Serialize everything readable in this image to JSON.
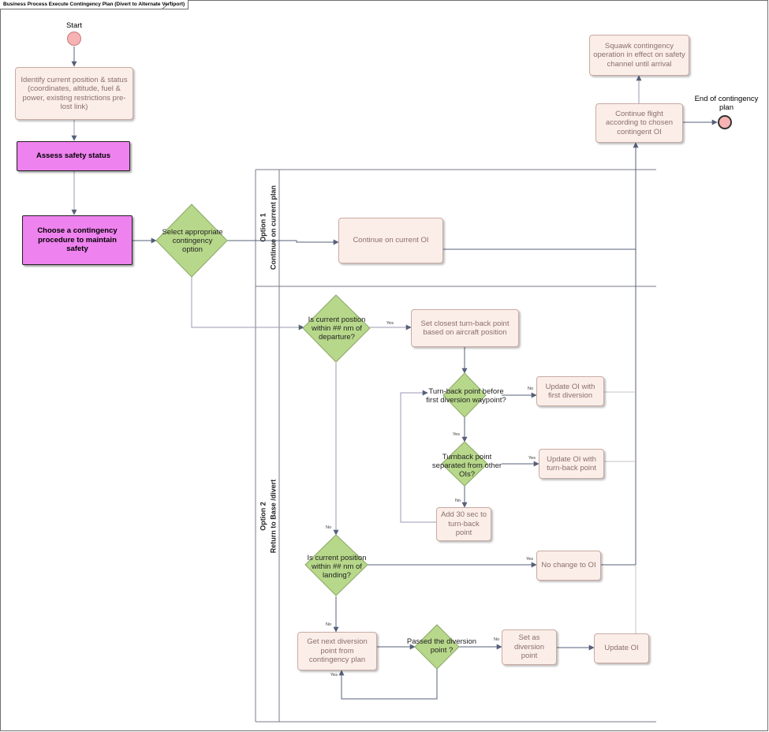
{
  "diagram": {
    "title": "Business Process Execute Contingency Plan (Divert to Alternate Vertiport)",
    "start_label": "Start",
    "end_label": "End of contingency plan",
    "lanes": {
      "option1_title": "Option 1",
      "option1_name": "Continue on current plan",
      "option2_title": "Option 2",
      "option2_name": "Return to Base /divert"
    },
    "activities": {
      "identify": "Identify current position & status (coordinates, altitude, fuel & power, existing restrictions pre-lost link)",
      "assess": "Assess safety status",
      "choose": "Choose a contingency procedure to maintain safety",
      "continue_oi": "Continue on current OI",
      "set_turnback": "Set closest turn-back point based on aircraft position",
      "update_first": "Update OI with first diversion",
      "update_turnback": "Update OI with turn-back point",
      "add30": "Add 30 sec to turn-back point",
      "no_change": "No change to OI",
      "get_next": "Get next diversion point from contingency plan",
      "set_diversion": "Set as diversion point",
      "update_oi": "Update OI",
      "continue_flight": "Continue flight according to chosen contingent OI",
      "squawk": "Squawk contingency operation in effect on safety channel until arrival"
    },
    "decisions": {
      "select": "Select appropriate contingency option",
      "within_departure": "Is current postion within ## nm of departure?",
      "turnback_before": "Turn-back point before first diversion waypoint?",
      "turnback_separated": "Turnback point separated from other OIs?",
      "within_landing": "Is current position within ## nm of landing?",
      "passed": "Passed the diversion point ?"
    },
    "guards": {
      "yes": "Yes",
      "no": "No"
    },
    "colors": {
      "activity_fill": "#fbeee9",
      "highlight_fill": "#ee82ee",
      "decision_fill": "#b7d88a",
      "start_fill": "#f7b3b3",
      "flow_line": "#56607a"
    }
  }
}
